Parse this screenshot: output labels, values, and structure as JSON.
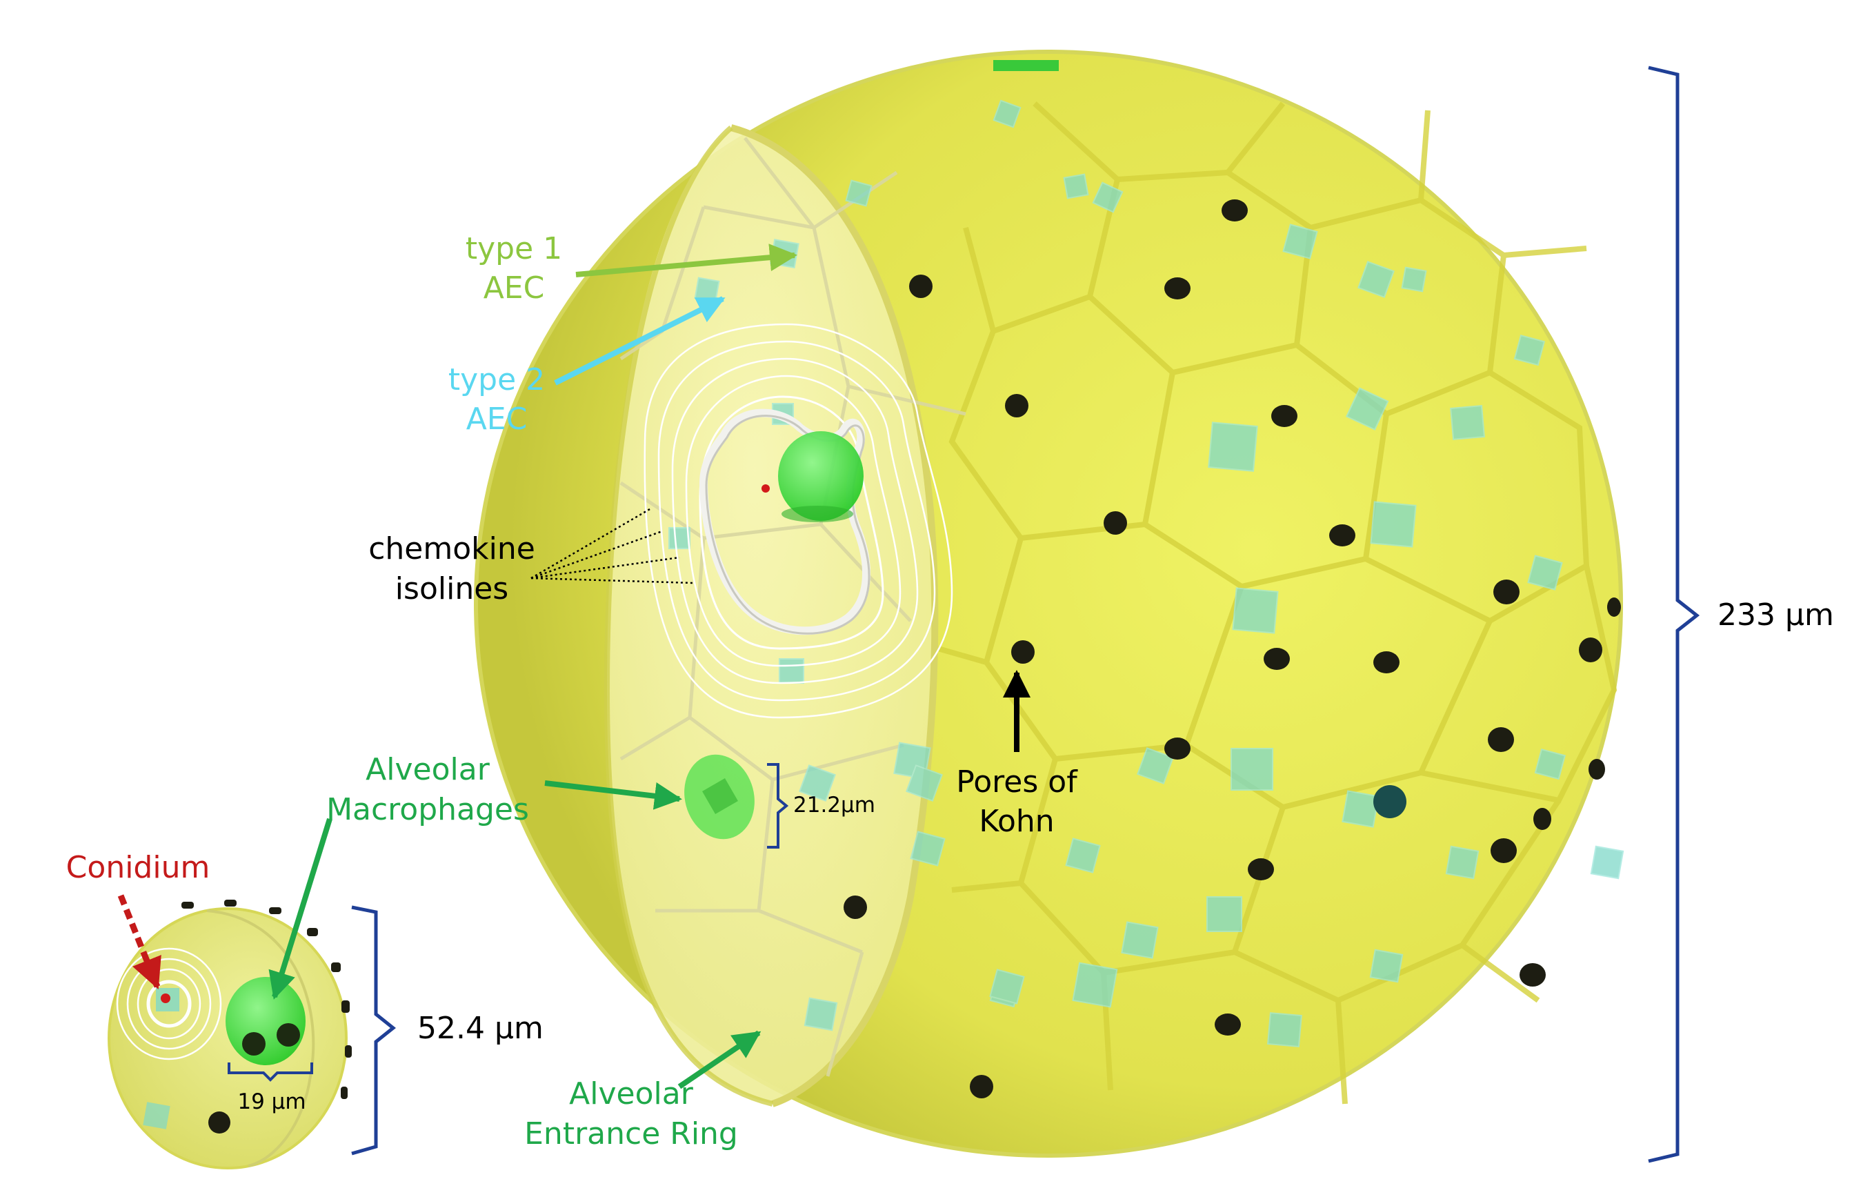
{
  "labels": {
    "type1_line1": "type 1",
    "type1_line2": "AEC",
    "type2_line1": "type 2",
    "type2_line2": "AEC",
    "chemokine_line1": "chemokine",
    "chemokine_line2": "isolines",
    "am_line1": "Alveolar",
    "am_line2": "Macrophages",
    "am_size": "21.2μm",
    "pores_line1": "Pores of",
    "pores_line2": "Kohn",
    "ring_line1": "Alveolar",
    "ring_line2": "Entrance Ring",
    "conidium": "Conidium",
    "small_am_size": "19 μm",
    "small_alveolus_size": "52.4 μm",
    "large_alveolus_size": "233 μm"
  },
  "colors": {
    "type1_label": "#8cc63f",
    "type2_label": "#5ad7f0",
    "macrophage_label": "#1fa84a",
    "conidium_label": "#c41a1a",
    "bracket": "#1f3f96",
    "alveolus_fill": "#e6e85a",
    "macrophage_fill": "#3ee03a",
    "type2_cell": "#7fd8c8",
    "pore": "#1d1d12"
  }
}
